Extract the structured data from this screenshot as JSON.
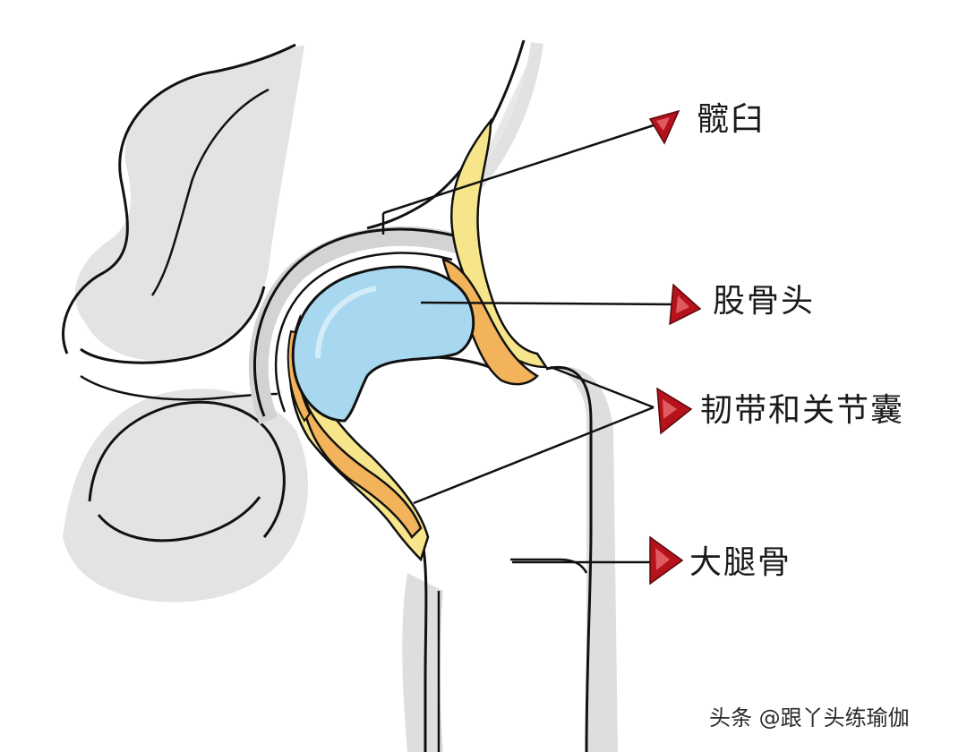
{
  "labels": {
    "acetabulum": "髋臼",
    "femoral_head": "股骨头",
    "ligaments_capsule": "韧带和关节囊",
    "femur": "大腿骨"
  },
  "watermark": "头条 @跟丫头练瑜伽",
  "colors": {
    "outline": "#111111",
    "bone_shadow": "#d9d9d9",
    "femoral_head_fill": "#a8d8ef",
    "ligament_yellow": "#f6e58a",
    "capsule_orange": "#f2b35a",
    "marker_red": "#b5121b"
  }
}
